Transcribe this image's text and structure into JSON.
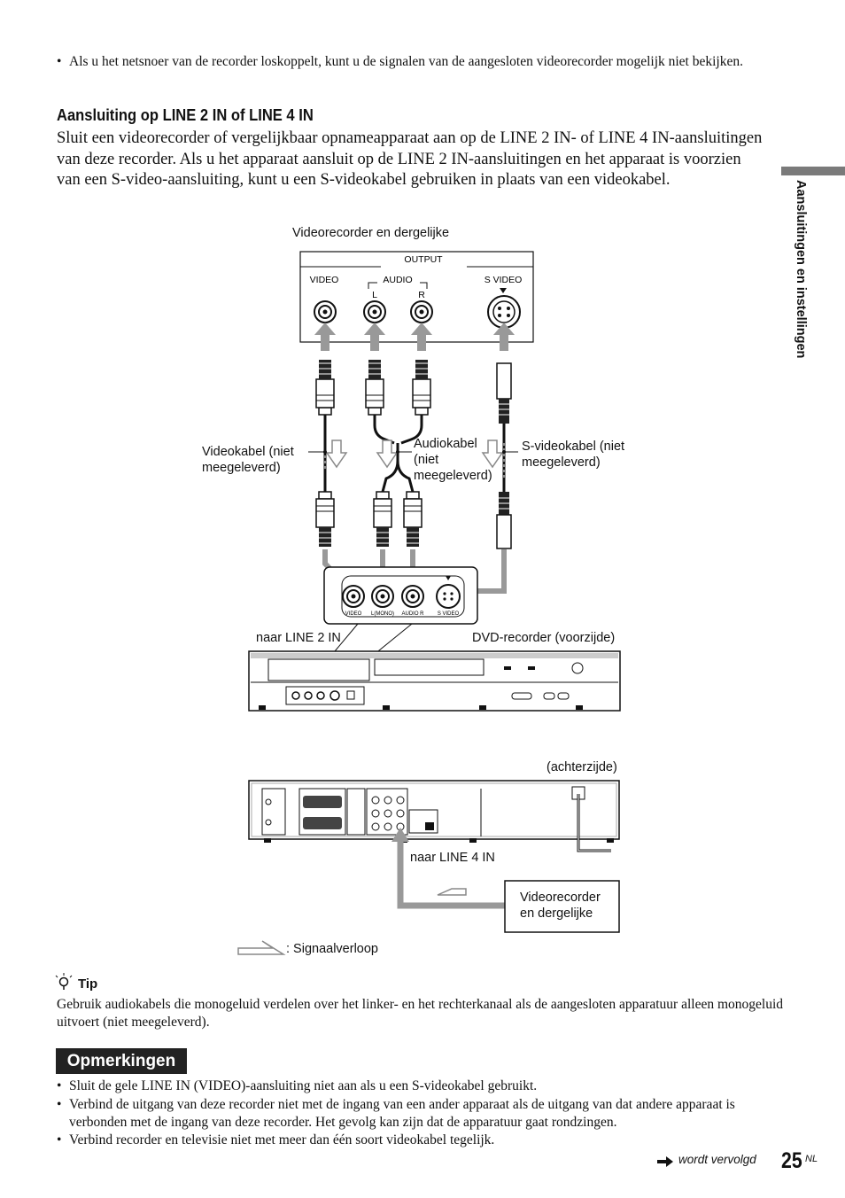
{
  "top_note": "Als u het netsnoer van de recorder loskoppelt, kunt u de signalen van de aangesloten videorecorder mogelijk niet bekijken.",
  "section_heading": "Aansluiting op LINE 2 IN of LINE 4 IN",
  "intro": "Sluit een videorecorder of vergelijkbaar opnameapparaat aan op de LINE 2 IN- of LINE 4 IN-aansluitingen van deze recorder. Als u het apparaat aansluit op de LINE 2 IN-aansluitingen en het apparaat is voorzien van een S-video-aansluiting, kunt u een S-videokabel gebruiken in plaats van een videokabel.",
  "side_tab": "Aansluitingen en instellingen",
  "diagram": {
    "vcr_label": "Videorecorder en dergelijke",
    "output_label": "OUTPUT",
    "video_jack": "VIDEO",
    "audio_jack": "AUDIO",
    "audio_l": "L",
    "audio_r": "R",
    "svideo_jack": "S VIDEO",
    "video_cable": "Videokabel (niet meegeleverd)",
    "audio_cable": "Audiokabel (niet meegeleverd)",
    "svideo_cable": "S-videokabel (niet meegeleverd)",
    "front_video": "VIDEO",
    "front_lmono": "L(MONO)",
    "front_audio_r": "AUDIO  R",
    "front_svideo": "S VIDEO",
    "to_line2": "naar LINE 2 IN",
    "dvd_front": "DVD-recorder (voorzijde)",
    "rear": "(achterzijde)",
    "to_line4": "naar LINE 4 IN",
    "vcr_box": "Videorecorder en dergelijke",
    "legend": ": Signaalverloop"
  },
  "tip_title": "Tip",
  "tip_text": "Gebruik audiokabels die monogeluid verdelen over het linker- en het rechterkanaal als de aangesloten apparatuur alleen monogeluid uitvoert (niet meegeleverd).",
  "notes_title": "Opmerkingen",
  "notes": [
    "Sluit de gele LINE IN (VIDEO)-aansluiting niet aan als u een S-videokabel gebruikt.",
    "Verbind de uitgang van deze recorder niet met de ingang van een ander apparaat als de uitgang van dat andere apparaat is verbonden met de ingang van deze recorder. Het gevolg kan zijn dat de apparatuur gaat rondzingen.",
    "Verbind recorder en televisie niet met meer dan één soort videokabel tegelijk."
  ],
  "continued": "wordt vervolgd",
  "page_number": "25",
  "page_lang": "NL"
}
